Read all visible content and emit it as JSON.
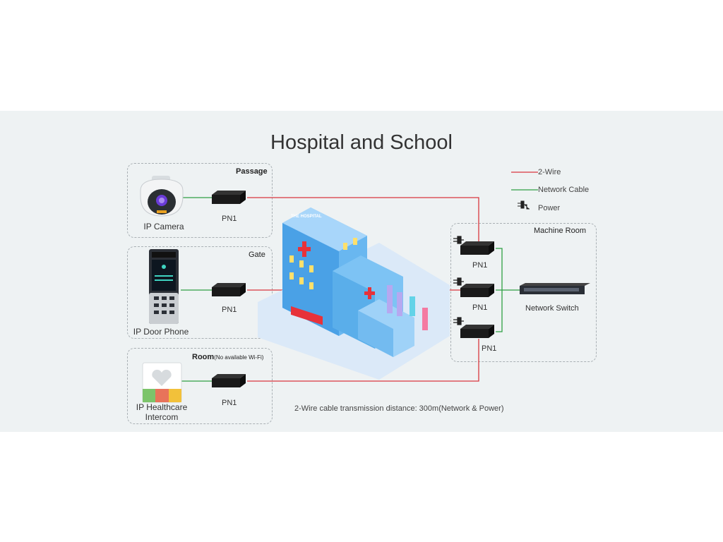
{
  "title": "Hospital and School",
  "zones": {
    "passage": {
      "label": "Passage",
      "device": "IP Camera",
      "pn": "PN1"
    },
    "gate": {
      "label": "Gate",
      "device": "IP Door Phone",
      "pn": "PN1"
    },
    "room": {
      "label": "Room",
      "sublabel": "(No available Wi-Fi)",
      "device_line1": "IP Healthcare",
      "device_line2": "Intercom",
      "pn": "PN1"
    },
    "machine_room": {
      "label": "Machine Room",
      "pn_top": "PN1",
      "pn_mid": "PN1",
      "pn_bot": "PN1",
      "switch": "Network Switch"
    }
  },
  "legend": {
    "two_wire": "2-Wire",
    "network_cable": "Network Cable",
    "power": "Power"
  },
  "building_sign": "THE HOSPITAL",
  "note": "2-Wire cable transmission distance: 300m(Network & Power)",
  "colors": {
    "two_wire": "#d9363e",
    "network_cable": "#2ea043",
    "panel": "#eef2f3"
  }
}
